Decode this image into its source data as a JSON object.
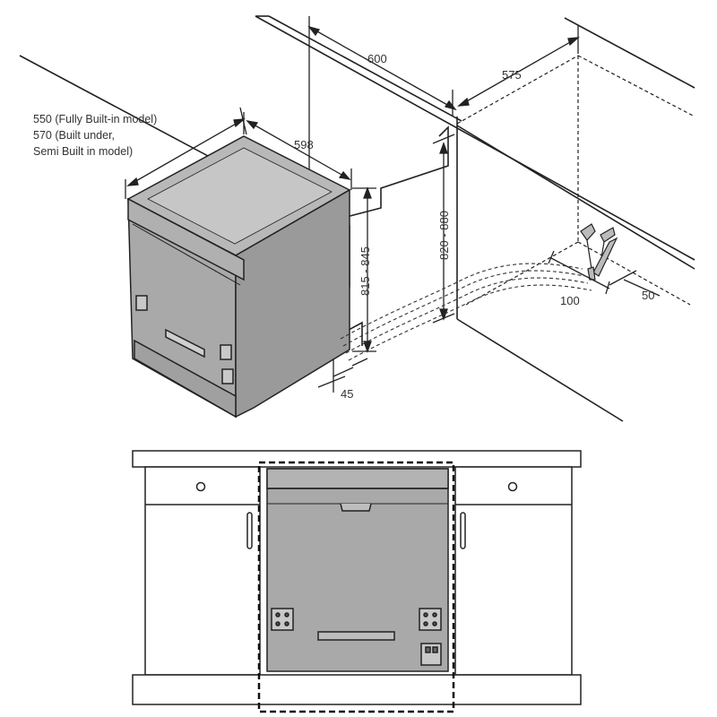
{
  "labels": {
    "model_depth_line1": "550 (Fully Built-in model)",
    "model_depth_line2": "570 (Built under,",
    "model_depth_line3": "Semi Built in model)",
    "width_598": "598",
    "niche_width_600": "600",
    "niche_depth_575": "575",
    "niche_height": "820 - 880",
    "appliance_height": "815 - 845",
    "plinth_45": "45",
    "hose_100": "100",
    "hose_50": "50"
  },
  "colors": {
    "appliance_fill": "#a9a9a9",
    "appliance_side": "#9a9a9a",
    "appliance_top": "#b8b8b8",
    "line": "#222222",
    "dash_box": "#111111"
  },
  "icons": {
    "control_panel": "control-panel-icon",
    "handle": "handle-icon",
    "cabinet_knob": "knob-icon"
  }
}
